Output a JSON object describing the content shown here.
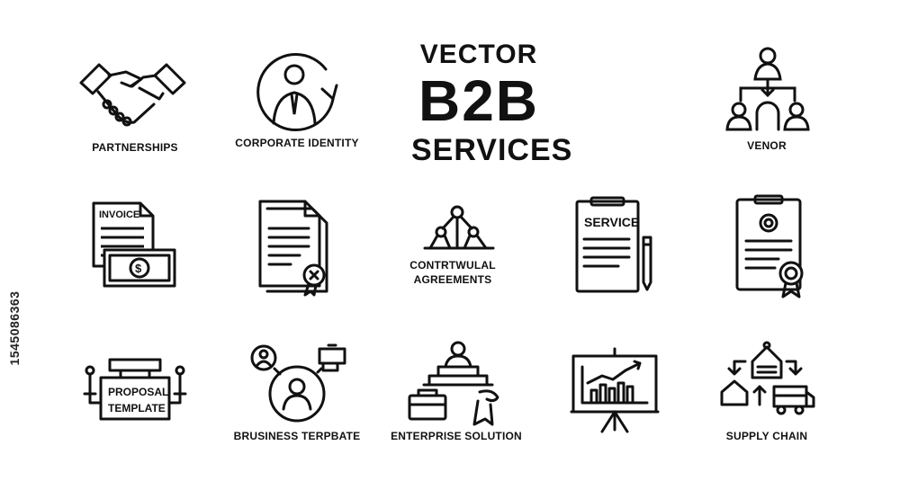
{
  "header": {
    "line1": "VECTOR",
    "line2": "B2B",
    "line3": "SERVICES"
  },
  "stock_id": "1545086363",
  "colors": {
    "ink": "#111111",
    "background": "#ffffff"
  },
  "icons": [
    {
      "label": "PARTNERSHIPS",
      "icon": "handshake-icon"
    },
    {
      "label": "CORPORATE IDENTITY",
      "icon": "person-cycle-icon"
    },
    {
      "label": "VENOR",
      "icon": "org-hierarchy-icon"
    },
    {
      "label": "",
      "icon": "invoice-cash-icon",
      "inner_text": "INVOICE"
    },
    {
      "label": "",
      "icon": "certified-document-icon"
    },
    {
      "label": "CONTRTWULAL AGREEMENTS",
      "icon": "network-triangle-icon"
    },
    {
      "label": "",
      "icon": "service-clipboard-icon",
      "inner_text": "SERVICE"
    },
    {
      "label": "",
      "icon": "award-clipboard-icon"
    },
    {
      "label": "",
      "icon": "proposal-sign-icon",
      "inner_text_1": "PROPOSAL",
      "inner_text_2": "TEMPLATE"
    },
    {
      "label": "BRUSINESS TERPBATE",
      "icon": "business-target-icon"
    },
    {
      "label": "ENTERPRISE SOLUTION",
      "icon": "enterprise-podium-icon"
    },
    {
      "label": "",
      "icon": "presentation-chart-icon"
    },
    {
      "label": "SUPPLY CHAIN",
      "icon": "supply-chain-icon"
    }
  ]
}
